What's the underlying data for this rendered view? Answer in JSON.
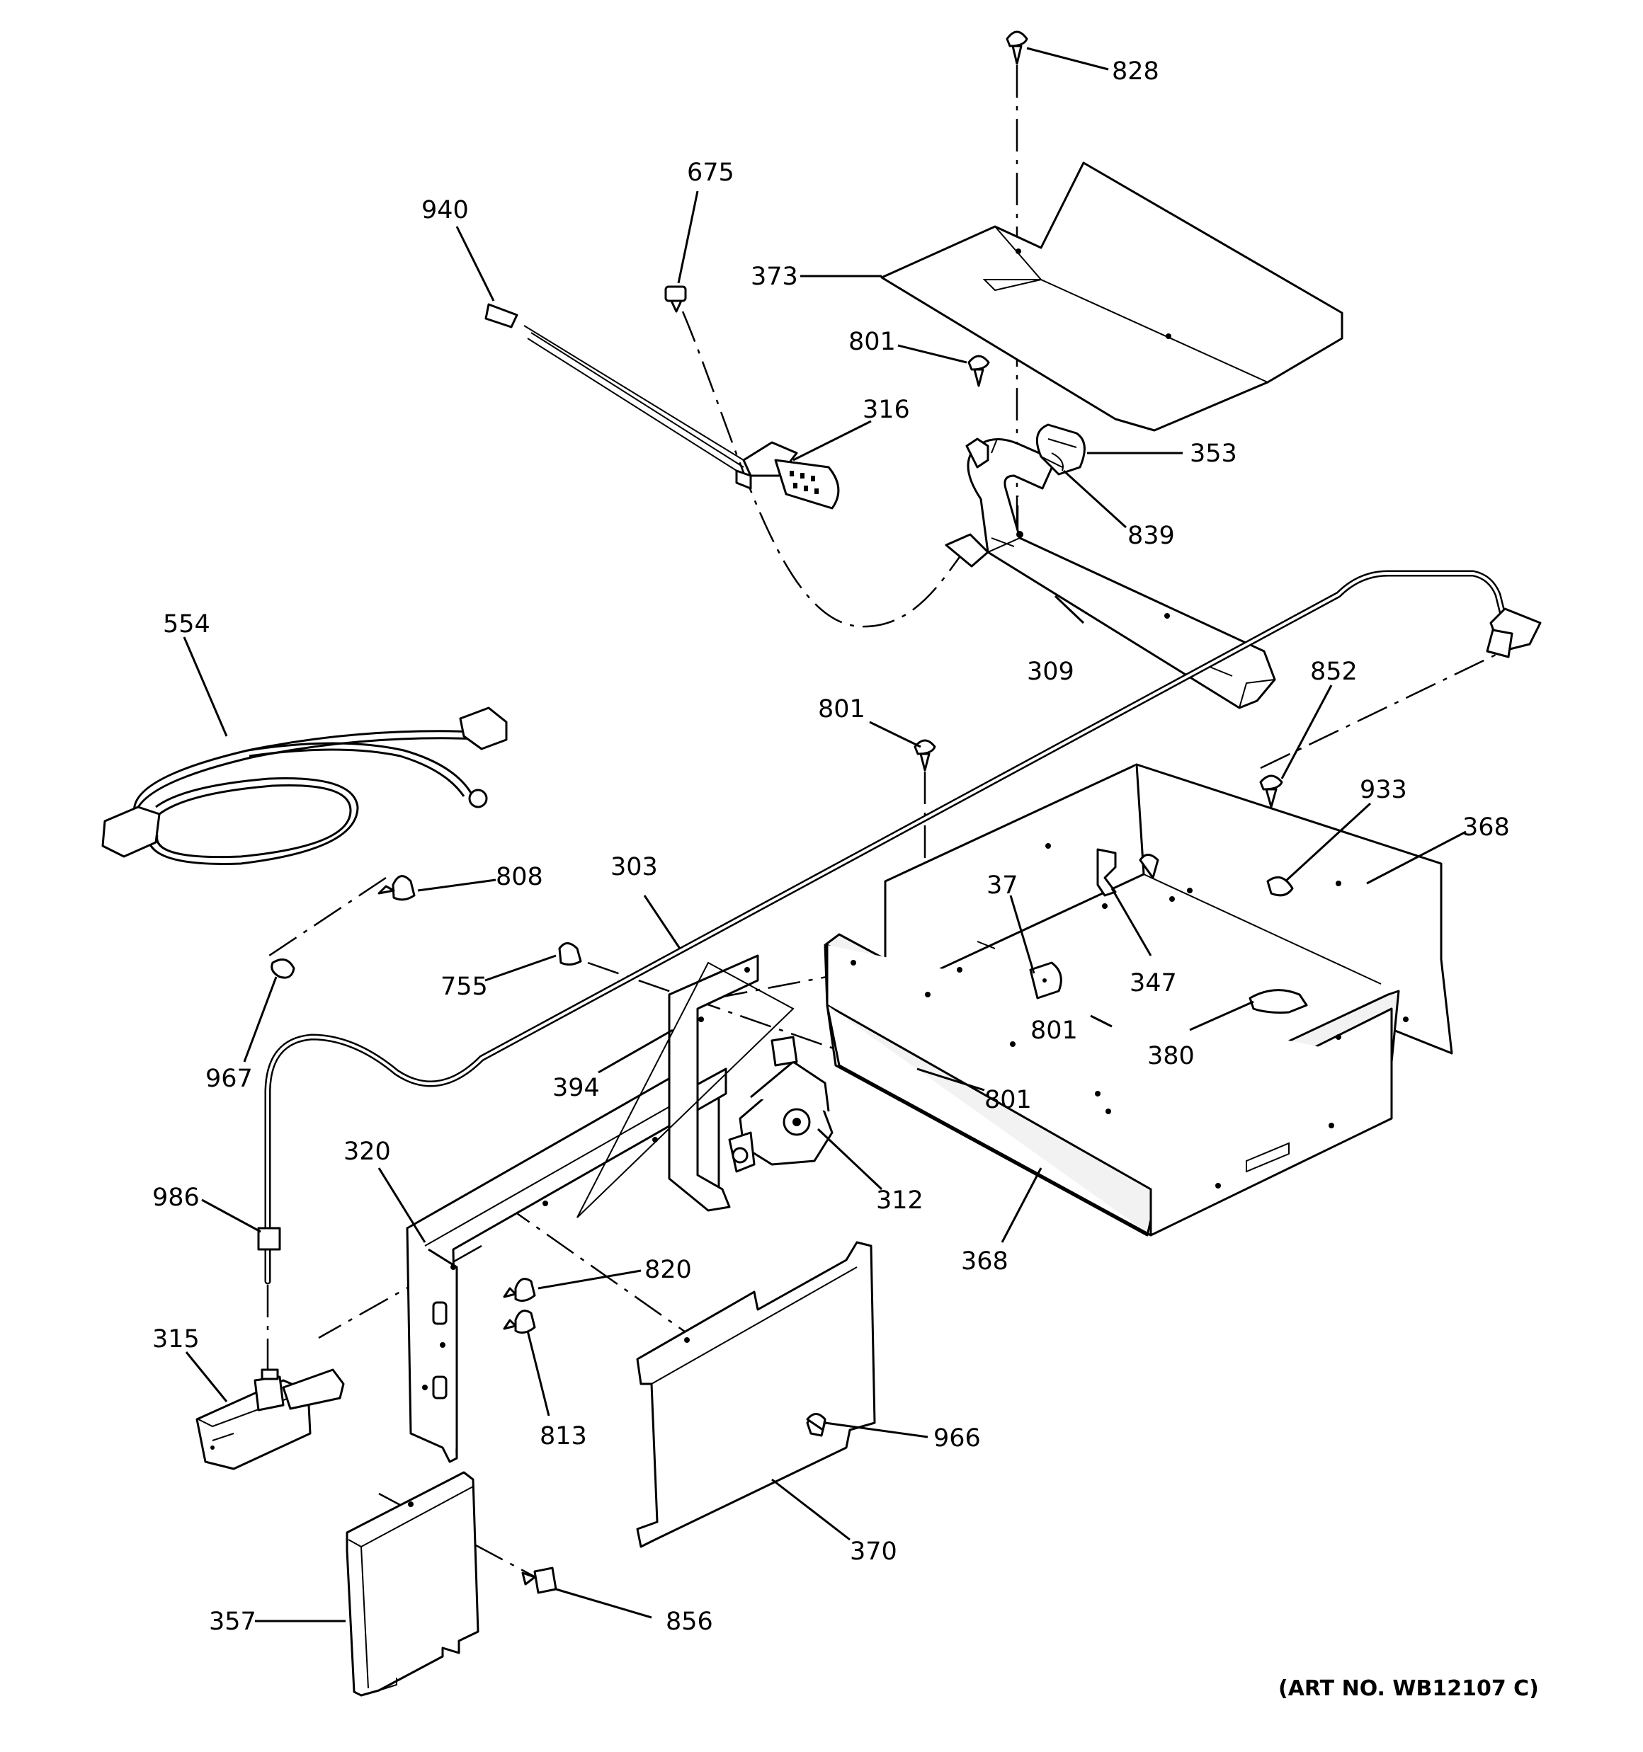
{
  "art_number": "(ART NO. WB12107 C)",
  "callouts": [
    {
      "id": "c828",
      "text": "828"
    },
    {
      "id": "c675",
      "text": "675"
    },
    {
      "id": "c940",
      "text": "940"
    },
    {
      "id": "c373",
      "text": "373"
    },
    {
      "id": "c801a",
      "text": "801"
    },
    {
      "id": "c316",
      "text": "316"
    },
    {
      "id": "c353",
      "text": "353"
    },
    {
      "id": "c839",
      "text": "839"
    },
    {
      "id": "c554",
      "text": "554"
    },
    {
      "id": "c309",
      "text": "309"
    },
    {
      "id": "c852",
      "text": "852"
    },
    {
      "id": "c801b",
      "text": "801"
    },
    {
      "id": "c933",
      "text": "933"
    },
    {
      "id": "c368a",
      "text": "368"
    },
    {
      "id": "c808",
      "text": "808"
    },
    {
      "id": "c303",
      "text": "303"
    },
    {
      "id": "c37",
      "text": "37"
    },
    {
      "id": "c347",
      "text": "347"
    },
    {
      "id": "c755",
      "text": "755"
    },
    {
      "id": "c801c",
      "text": "801"
    },
    {
      "id": "c380",
      "text": "380"
    },
    {
      "id": "c967",
      "text": "967"
    },
    {
      "id": "c394",
      "text": "394"
    },
    {
      "id": "c801d",
      "text": "801"
    },
    {
      "id": "c320",
      "text": "320"
    },
    {
      "id": "c312",
      "text": "312"
    },
    {
      "id": "c986",
      "text": "986"
    },
    {
      "id": "c368b",
      "text": "368"
    },
    {
      "id": "c820",
      "text": "820"
    },
    {
      "id": "c315",
      "text": "315"
    },
    {
      "id": "c813",
      "text": "813"
    },
    {
      "id": "c966",
      "text": "966"
    },
    {
      "id": "c370",
      "text": "370"
    },
    {
      "id": "c357",
      "text": "357"
    },
    {
      "id": "c856",
      "text": "856"
    }
  ]
}
